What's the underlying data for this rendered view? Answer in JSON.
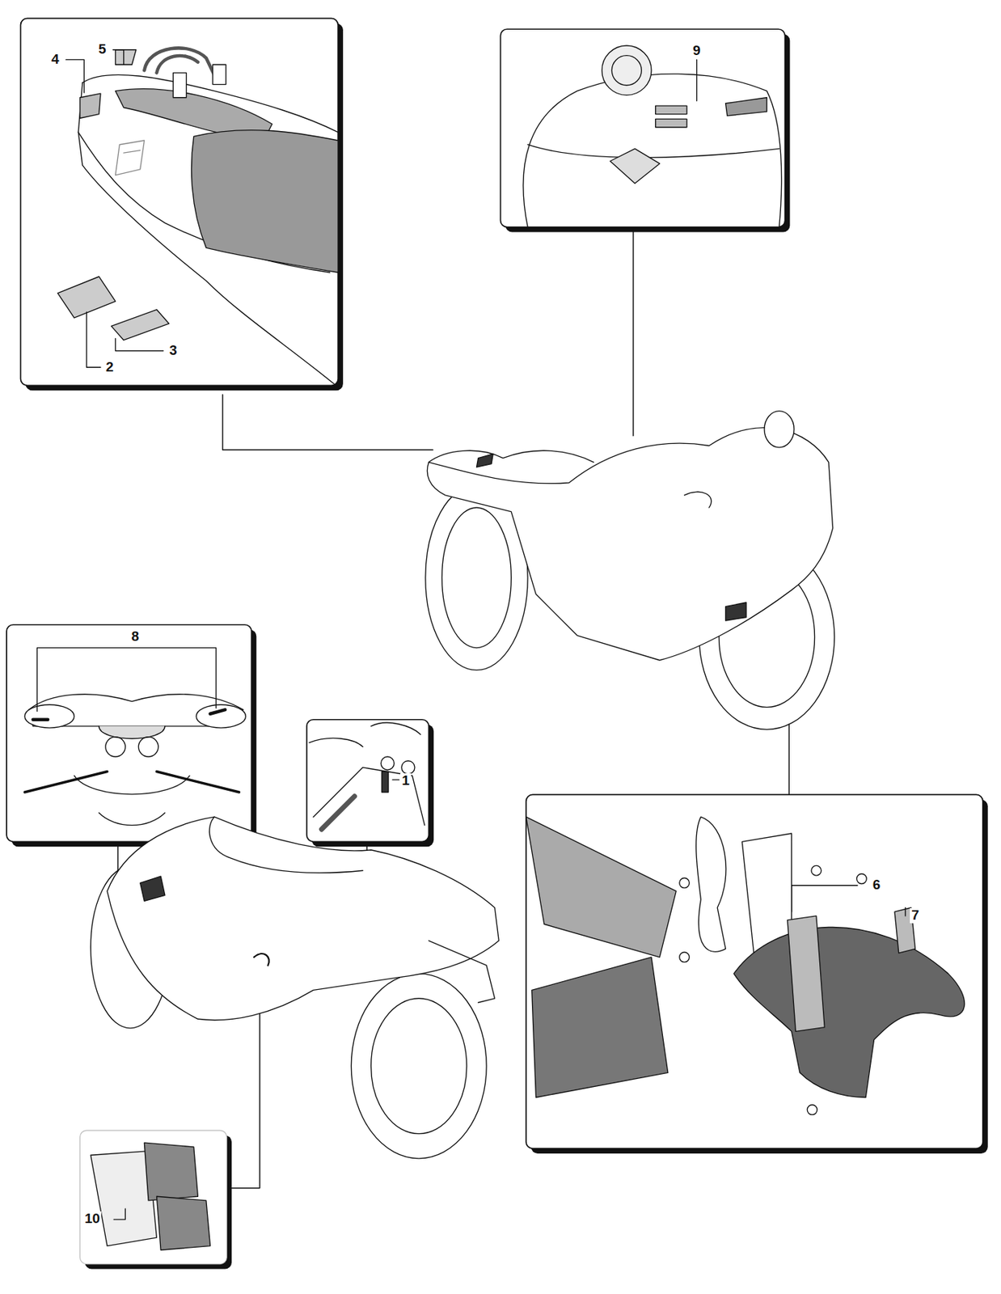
{
  "diagram": {
    "labels": [
      "4",
      "5",
      "2",
      "3",
      "9",
      "8",
      "1",
      "6",
      "7",
      "10"
    ]
  }
}
